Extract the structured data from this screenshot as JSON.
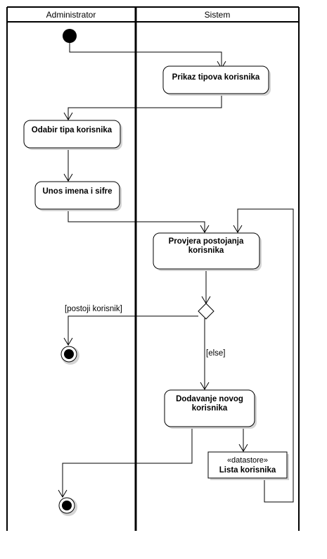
{
  "lanes": {
    "left_title": "Administrator",
    "right_title": "Sistem"
  },
  "nodes": {
    "prikaz_tipova": "Prikaz tipova korisnika",
    "odabir_tipa": "Odabir tipa korisnika",
    "unos_imena": "Unos imena i sifre",
    "provjera_line1": "Provjera postojanja",
    "provjera_line2": "korisnika",
    "dodavanje_line1": "Dodavanje novog",
    "dodavanje_line2": "korisnika",
    "datastore_stereotype": "«datastore»",
    "datastore_name": "Lista korisnika"
  },
  "guards": {
    "postoji": "[postoji korisnik]",
    "else": "[else]"
  }
}
